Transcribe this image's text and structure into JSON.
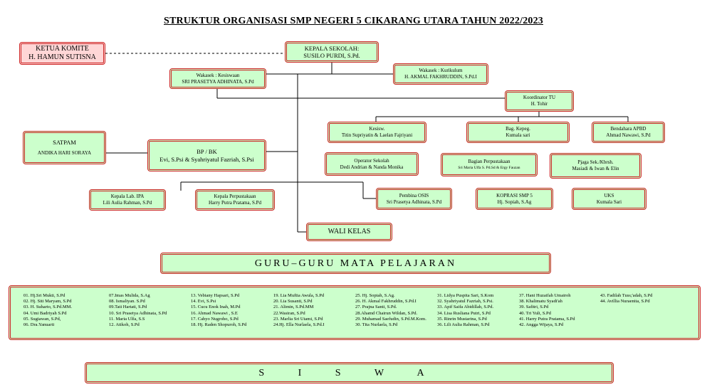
{
  "title": "STRUKTUR ORGANISASI SMP NEGERI 5 CIKARANG UTARA TAHUN 2022/2023",
  "ketua_komite": {
    "role": "KETUA KOMITE",
    "name": "H. HAMUN SUTISNA"
  },
  "kepala_sekolah": {
    "role": "KEPALA SEKOLAH:",
    "name": "SUSILO PURDI, S.Pd."
  },
  "wakasek_kesiswaan": {
    "role": "Wakasek : Kesiswaan",
    "name": "SRI PRASETYA ADHINATA, S.Pd"
  },
  "wakasek_kurikulum": {
    "role": "Wakasek : Kurikulum",
    "name": "H. AKMAL FAKHRUDDIN, S.Pd.I"
  },
  "koordinator_tu": {
    "role": "Koordinator TU",
    "name": "H. Tohir"
  },
  "kesisw": {
    "role": "Kesisw.",
    "name": "Titin Supriyatin & Laelan Fajriyani"
  },
  "bag_kepeg": {
    "role": "Bag. Kepeg.",
    "name": "Kumala sari"
  },
  "bendahara": {
    "role": "Bendahara APBD",
    "name": "Ahmad Nawawi, S.Pd"
  },
  "operator": {
    "role": "Operator Sekolah",
    "name": "Dedi Andrian & Nanda Monika"
  },
  "perpustakaan_bag": {
    "role": "Bagian Perpustakaan",
    "name": "Sri Maria Ulfa S. Pd.Sd & Ergy Fauzan"
  },
  "pjaga": {
    "role": "Pjaga Sek./Kbrsh.",
    "name": "Masiadi & Iwan & Elin"
  },
  "satpam": {
    "role": "SATPAM",
    "name": "ANDIKA HARI SORAYA"
  },
  "bpbk": {
    "role": "BP / BK",
    "name": "Evi, S.Psi & Syahriyatul Fazriah, S.Psi"
  },
  "kepala_lab": {
    "role": "Kepala Lab. IPA",
    "name": "Lili Aulia Rahman, S.Pd"
  },
  "kepala_perpus": {
    "role": "Kepala Perpustakaan",
    "name": "Harry Putra Pratama, S.Pd"
  },
  "pembina_osis": {
    "role": "Pembina OSIS",
    "name": "Sri Prasetya Adhinata, S.Pd"
  },
  "koprasi": {
    "role": "KOPRASI  SMP 5",
    "name": "Hj. Sopiah, S.Ag"
  },
  "uks": {
    "role": "UKS",
    "name": "Kumala Sari"
  },
  "wali_kelas": "WALI KELAS",
  "guru_header": "GURU–GURU MATA PELAJARAN",
  "guru_columns": [
    [
      "01.     Hj.Sri Mukti, S.Pd",
      "02.     Hj. Siti Maryam, S.Pd",
      "03.     H. Suharto, S.Pd.MM.",
      "04.     Umi Badriyah S.Pd",
      "05.     Sugiawan, S.Pd,",
      "06.     Dra.Yanuarti"
    ],
    [
      "07.Imas Mulida, S.Ag",
      "08.  Ismaliyan. S.Pd",
      "09.Tati Hartati, S.Pd",
      "10. Sri Prasetya Adhinata, S.Pd",
      "11.  Maria Ulfa, S.S",
      "12.  Atikoh, S.Pd"
    ],
    [
      "13. Vebiany Hapsari, S.Pd",
      "14.  Evi, S.Psi",
      "15.  Cucu Enok Inah, M.Pd",
      "16.  Ahmad Nawawi , S.E",
      "17.  Cahyo Nugroho, S.Pd",
      "18.  Hj. Raden Shopuroh, S.Pd"
    ],
    [
      "19. Lia Muftia Awula, S.Pd",
      "20. Lia Susanti, S.Pd",
      "21. Alimin, S.Pd.MM",
      "22.Wasiran, S.Pd",
      "23. Marlia Sri Utami, S.Pd",
      "24.Hj. Ella Nurlaela, S.Pd.I"
    ],
    [
      "25. Hj. Sopiah, S.Ag.",
      "26. H. Akmal Fakhruddin, S.Pd.I",
      "27. Prajna Santi, S.Pd.",
      "28.Ahamd Chairun Wildan, S.Pd.",
      "29. Muhamad Saefudin, S.Pd.M.Kom.",
      "30. Tita Nurlaela, S.Pd"
    ],
    [
      "31. Lidya Puspita Sari, S.Kom",
      "32. Syahriyatul Fazriah, S.Psi.",
      "33. Apif Saifa Abidillah, S.Pd.",
      "34. Lisa Rusliana Putri, S.Pd",
      "35. Rinrin Mustarina, S.Pd",
      "36. Lili Aulia Rahman, S.Pd"
    ],
    [
      "37. Hani Huzaifah Umairoh",
      "38. Khalimatu Syadi'ah",
      "39. Safitri, S.Pd",
      "40. Tri Yuli, S.Pd",
      "41. Harry Putra Pratama, S.Pd",
      "42. Angga Wijaya, S.Pd"
    ],
    [
      "43. Fadilah Tuss;'adah, S.Pd",
      "44. Avillia Nuraenita, S.Pd"
    ]
  ],
  "siswa": "S I S W A"
}
